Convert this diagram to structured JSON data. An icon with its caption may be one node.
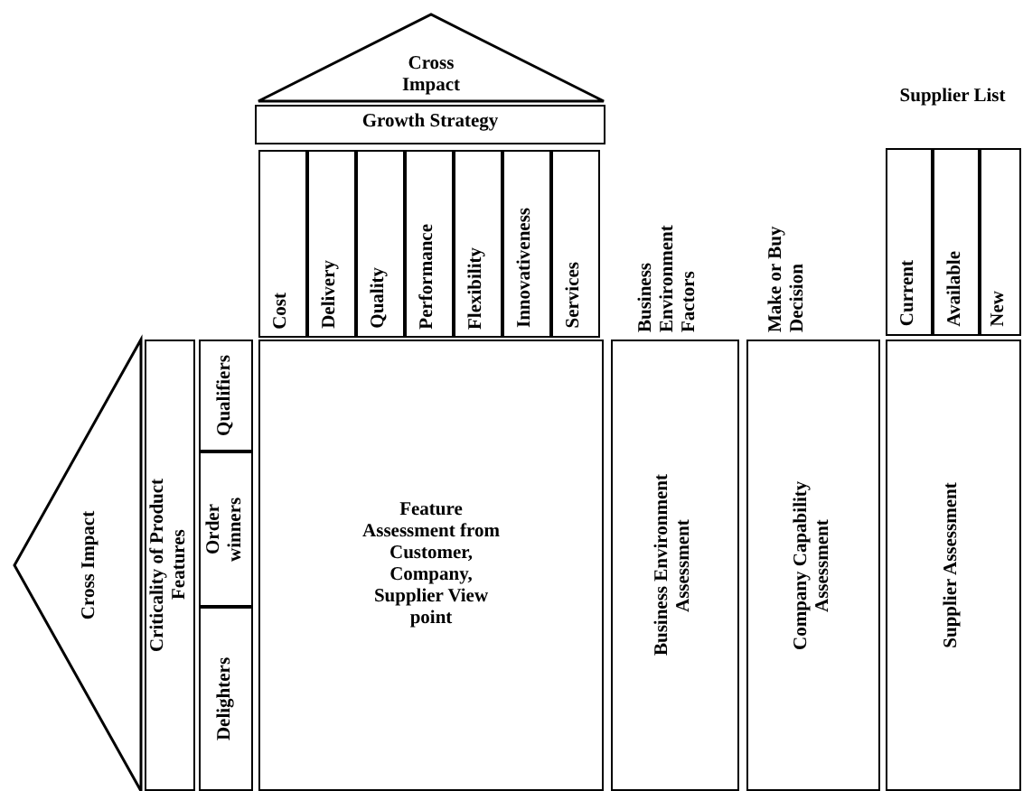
{
  "diagram": {
    "nodes": [
      {
        "text": [
          "Cross Impact"
        ]
      },
      {
        "text": [
          "Growth Strategy"
        ]
      },
      {
        "text": [
          "Cost"
        ]
      },
      {
        "text": [
          "Delivery"
        ]
      },
      {
        "text": [
          "Quality"
        ]
      },
      {
        "text": [
          "Performance"
        ]
      },
      {
        "text": [
          "Flexibility"
        ]
      },
      {
        "text": [
          "Innovativeness"
        ]
      },
      {
        "text": [
          "Services"
        ]
      },
      {
        "text": [
          "Current"
        ]
      },
      {
        "text": [
          "Available"
        ]
      },
      {
        "text": [
          "New"
        ]
      },
      {
        "text": [
          "Cross Impact"
        ]
      },
      {
        "text": [
          "Criticality of Product Features"
        ]
      },
      {
        "text": [
          "Qualifiers"
        ]
      },
      {
        "text": [
          "Order winners"
        ]
      },
      {
        "text": [
          "Delighters"
        ]
      },
      {
        "text": [
          "Feature Assessment from Customer, Company, Supplier View point"
        ]
      },
      {
        "text": [
          "Business Environment Assessment"
        ]
      },
      {
        "text": [
          "Company Capability Assessment"
        ]
      },
      {
        "text": [
          "Supplier Assessment"
        ]
      }
    ],
    "labels": [
      "Business Environment Factors",
      "Make or Buy Decision",
      "Supplier List"
    ]
  }
}
